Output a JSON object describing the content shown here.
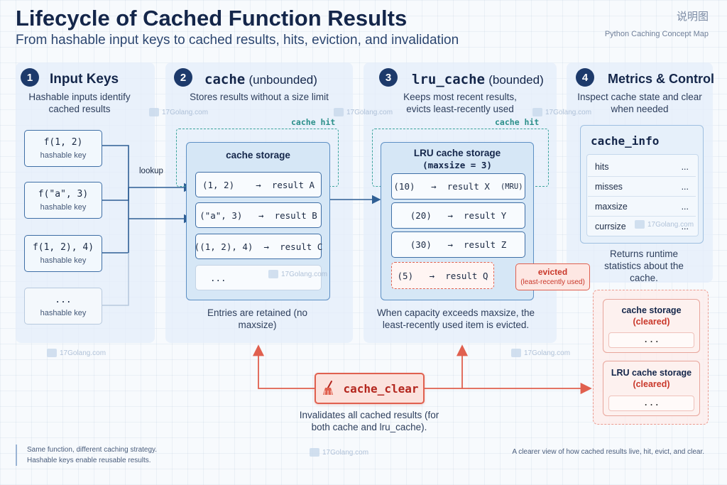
{
  "header": {
    "title": "Lifecycle of Cached Function Results",
    "subtitle": "From hashable input keys to cached results, hits, eviction, and invalidation",
    "corner_label": "说明图",
    "corner_sub": "Python Caching Concept Map"
  },
  "panel1": {
    "number": "1",
    "title": "Input Keys",
    "desc": "Hashable inputs identify cached results",
    "lookup_label": "lookup",
    "keys": [
      {
        "call": "f(1, 2)",
        "caption": "hashable key"
      },
      {
        "call": "f(\"a\", 3)",
        "caption": "hashable key"
      },
      {
        "call": "f(1, 2), 4)",
        "caption": "hashable key"
      },
      {
        "call": "...",
        "caption": "hashable key"
      }
    ]
  },
  "panel2": {
    "number": "2",
    "title": "cache",
    "title_note": "(unbounded)",
    "desc": "Stores results without a size limit",
    "hit_label": "cache hit",
    "storage_title": "cache storage",
    "entries": [
      {
        "key": "(1, 2)",
        "arrow": "→",
        "value": "result A"
      },
      {
        "key": "(\"a\", 3)",
        "arrow": "→",
        "value": "result B"
      },
      {
        "key": "((1, 2), 4)",
        "arrow": "→",
        "value": "result C"
      }
    ],
    "ellipsis": "...",
    "caption": "Entries are retained (no maxsize)"
  },
  "panel3": {
    "number": "3",
    "title": "lru_cache",
    "title_note": "(bounded)",
    "desc": "Keeps most recent results, evicts least-recently used",
    "hit_label": "cache hit",
    "storage_title": "LRU cache storage",
    "storage_sub": "(maxsize = 3)",
    "entries": [
      {
        "key": "(10)",
        "arrow": "→",
        "value": "result X",
        "tag": "(MRU)"
      },
      {
        "key": "(20)",
        "arrow": "→",
        "value": "result Y",
        "tag": ""
      },
      {
        "key": "(30)",
        "arrow": "→",
        "value": "result Z",
        "tag": ""
      }
    ],
    "evict_entry": {
      "key": "(5)",
      "arrow": "→",
      "value": "result Q"
    },
    "evicted_label": "evicted",
    "evicted_sub": "(least-recently used)",
    "caption": "When capacity exceeds maxsize, the least-recently used item is evicted."
  },
  "panel4": {
    "number": "4",
    "title": "Metrics & Control",
    "desc": "Inspect cache state and clear when needed",
    "card_title": "cache_info",
    "rows": [
      {
        "name": "hits",
        "value": "..."
      },
      {
        "name": "misses",
        "value": "..."
      },
      {
        "name": "maxsize",
        "value": "..."
      },
      {
        "name": "currsize",
        "value": "..."
      }
    ],
    "caption": "Returns runtime statistics about the cache."
  },
  "cleared": [
    {
      "title": "cache storage",
      "state": "(cleared)",
      "slot": "..."
    },
    {
      "title": "LRU cache storage",
      "state": "(cleared)",
      "slot": "..."
    }
  ],
  "clear_control": {
    "label": "cache_clear",
    "caption": "Invalidates all cached results (for both cache and lru_cache)."
  },
  "watermark": "17Golang.com",
  "footer": {
    "line1": "Same function, different caching strategy.",
    "line2": "Hashable keys enable reusable results.",
    "right": "A clearer view of how cached results live, hit, evict, and clear."
  },
  "colors": {
    "navy": "#1d3a6b",
    "blue_line": "#2f5f95",
    "teal_hit": "#3aa39c",
    "red_accent": "#e0604f"
  }
}
